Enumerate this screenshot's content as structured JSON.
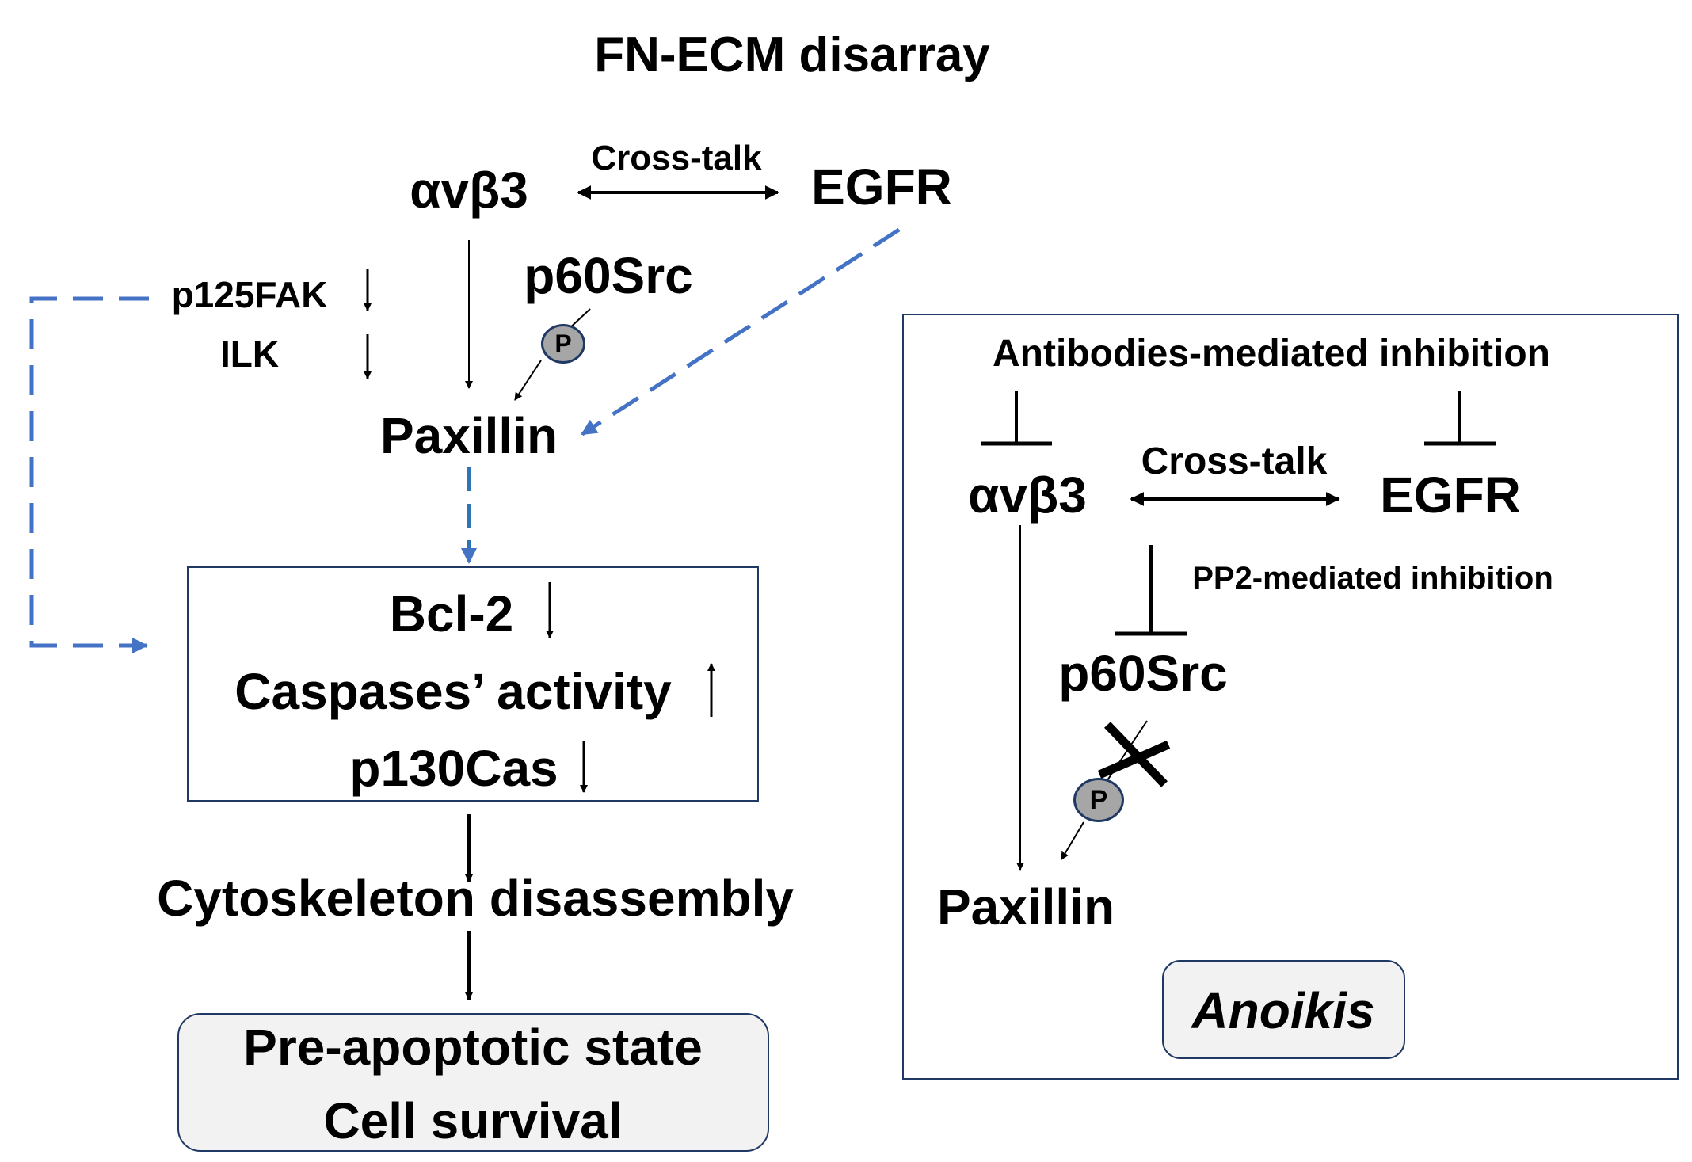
{
  "title": "FN-ECM disarray",
  "left": {
    "integrin": "αvβ3",
    "crosstalk": "Cross-talk",
    "egfr": "EGFR",
    "src": "p60Src",
    "phospho": "P",
    "fak": "p125FAK",
    "ilk": "ILK",
    "paxillin": "Paxillin",
    "box_lines": [
      "Bcl-2",
      "Caspases’ activity",
      "p130Cas"
    ],
    "cytoskeleton": "Cytoskeleton disassembly",
    "outcome": [
      "Pre-apoptotic state",
      "Cell survival"
    ]
  },
  "right": {
    "antibodies": "Antibodies-mediated inhibition",
    "integrin": "αvβ3",
    "crosstalk": "Cross-talk",
    "egfr": "EGFR",
    "pp2": "PP2-mediated inhibition",
    "src": "p60Src",
    "phospho": "P",
    "paxillin": "Paxillin",
    "anoikis": "Anoikis"
  },
  "colors": {
    "text": "#000000",
    "dashed_arrow": "#4472c4",
    "box_border": "#1f3864",
    "rounded_box_fill": "#f2f2f2",
    "phospho_fill": "#a6a6a6"
  }
}
